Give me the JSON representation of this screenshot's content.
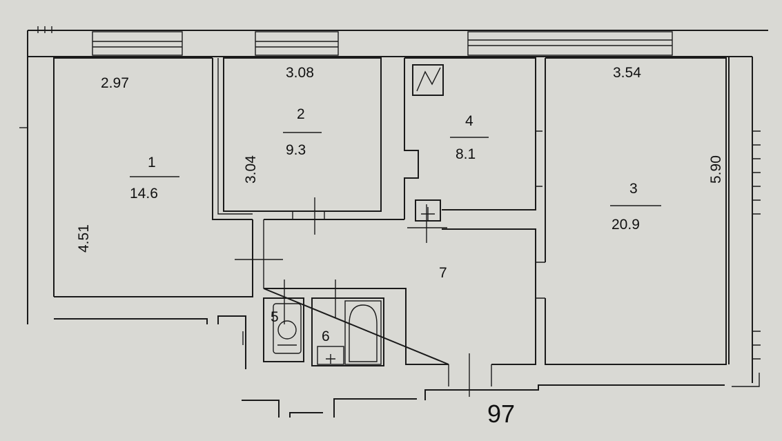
{
  "colors": {
    "background": "#d9d9d4",
    "lines": "#1a1a1a"
  },
  "rooms": [
    {
      "number": "1",
      "area": "14.6"
    },
    {
      "number": "2",
      "area": "9.3"
    },
    {
      "number": "3",
      "area": "20.9"
    },
    {
      "number": "4",
      "area": "8.1"
    },
    {
      "number": "5"
    },
    {
      "number": "6"
    },
    {
      "number": "7"
    }
  ],
  "dimensions": {
    "room1_width": "2.97",
    "room1_length": "4.51",
    "room2_width": "3.08",
    "room2_length": "3.04",
    "room3_width": "3.54",
    "room3_length": "5.90"
  },
  "apartment_number": "97",
  "icons": [
    "stove-icon",
    "sink-icon",
    "toilet-icon",
    "bathtub-icon",
    "washbasin-icon"
  ]
}
